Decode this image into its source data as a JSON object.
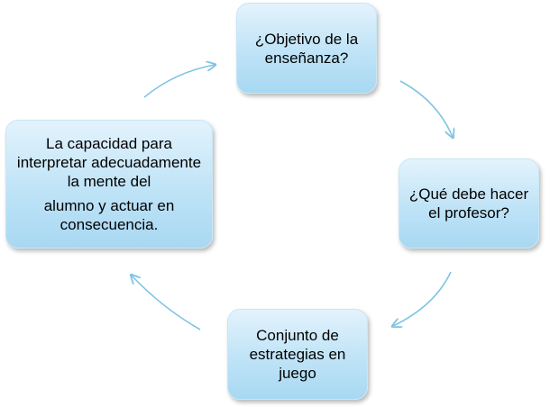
{
  "diagram": {
    "nodes": {
      "top": "¿Objetivo de la enseñanza?",
      "right": "¿Qué debe hacer el profesor?",
      "bottom": "Conjunto de estrategias en juego",
      "left": {
        "lines": [
          "La capacidad para interpretar adecuadamente la mente del",
          "alumno y actuar en consecuencia."
        ]
      }
    },
    "colors": {
      "node_fill_top": "#e3f3fc",
      "node_fill_bottom": "#a8d8f2",
      "arrow": "#7ec4e4"
    }
  }
}
